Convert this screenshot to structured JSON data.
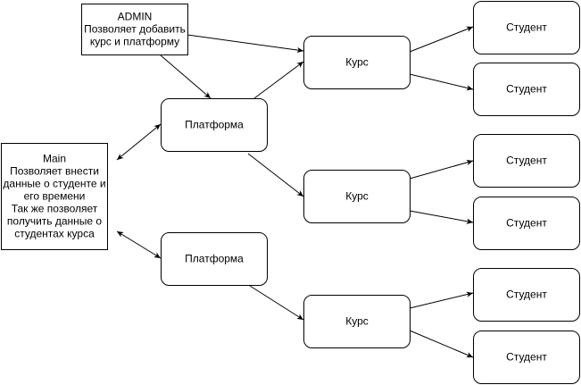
{
  "diagram": {
    "nodes": {
      "admin": {
        "lines": [
          "ADMIN",
          "Позволяет добавить",
          "курс и платформу"
        ]
      },
      "main": {
        "lines": [
          "Main",
          "Позволяет внести",
          "данные о студенте и",
          "его времени",
          "Так же позволяет",
          "получить данные о",
          "студентах курса"
        ]
      },
      "platform1": {
        "lines": [
          "Платформа"
        ]
      },
      "platform2": {
        "lines": [
          "Платформа"
        ]
      },
      "course1": {
        "lines": [
          "Курс"
        ]
      },
      "course2": {
        "lines": [
          "Курс"
        ]
      },
      "course3": {
        "lines": [
          "Курс"
        ]
      },
      "student1": {
        "lines": [
          "Студент"
        ]
      },
      "student2": {
        "lines": [
          "Студент"
        ]
      },
      "student3": {
        "lines": [
          "Студент"
        ]
      },
      "student4": {
        "lines": [
          "Студент"
        ]
      },
      "student5": {
        "lines": [
          "Студент"
        ]
      },
      "student6": {
        "lines": [
          "Студент"
        ]
      }
    },
    "edges": [
      {
        "from": "admin",
        "to": "course1",
        "direction": "forward"
      },
      {
        "from": "admin",
        "to": "platform1",
        "direction": "forward"
      },
      {
        "from": "platform1",
        "to": "course1",
        "direction": "forward"
      },
      {
        "from": "platform1",
        "to": "course2",
        "direction": "forward"
      },
      {
        "from": "main",
        "to": "platform1",
        "direction": "both"
      },
      {
        "from": "main",
        "to": "platform2",
        "direction": "both"
      },
      {
        "from": "platform2",
        "to": "course3",
        "direction": "forward"
      },
      {
        "from": "course1",
        "to": "student1",
        "direction": "forward"
      },
      {
        "from": "course1",
        "to": "student2",
        "direction": "forward"
      },
      {
        "from": "course2",
        "to": "student3",
        "direction": "forward"
      },
      {
        "from": "course2",
        "to": "student4",
        "direction": "forward"
      },
      {
        "from": "course3",
        "to": "student5",
        "direction": "forward"
      },
      {
        "from": "course3",
        "to": "student6",
        "direction": "forward"
      }
    ]
  }
}
